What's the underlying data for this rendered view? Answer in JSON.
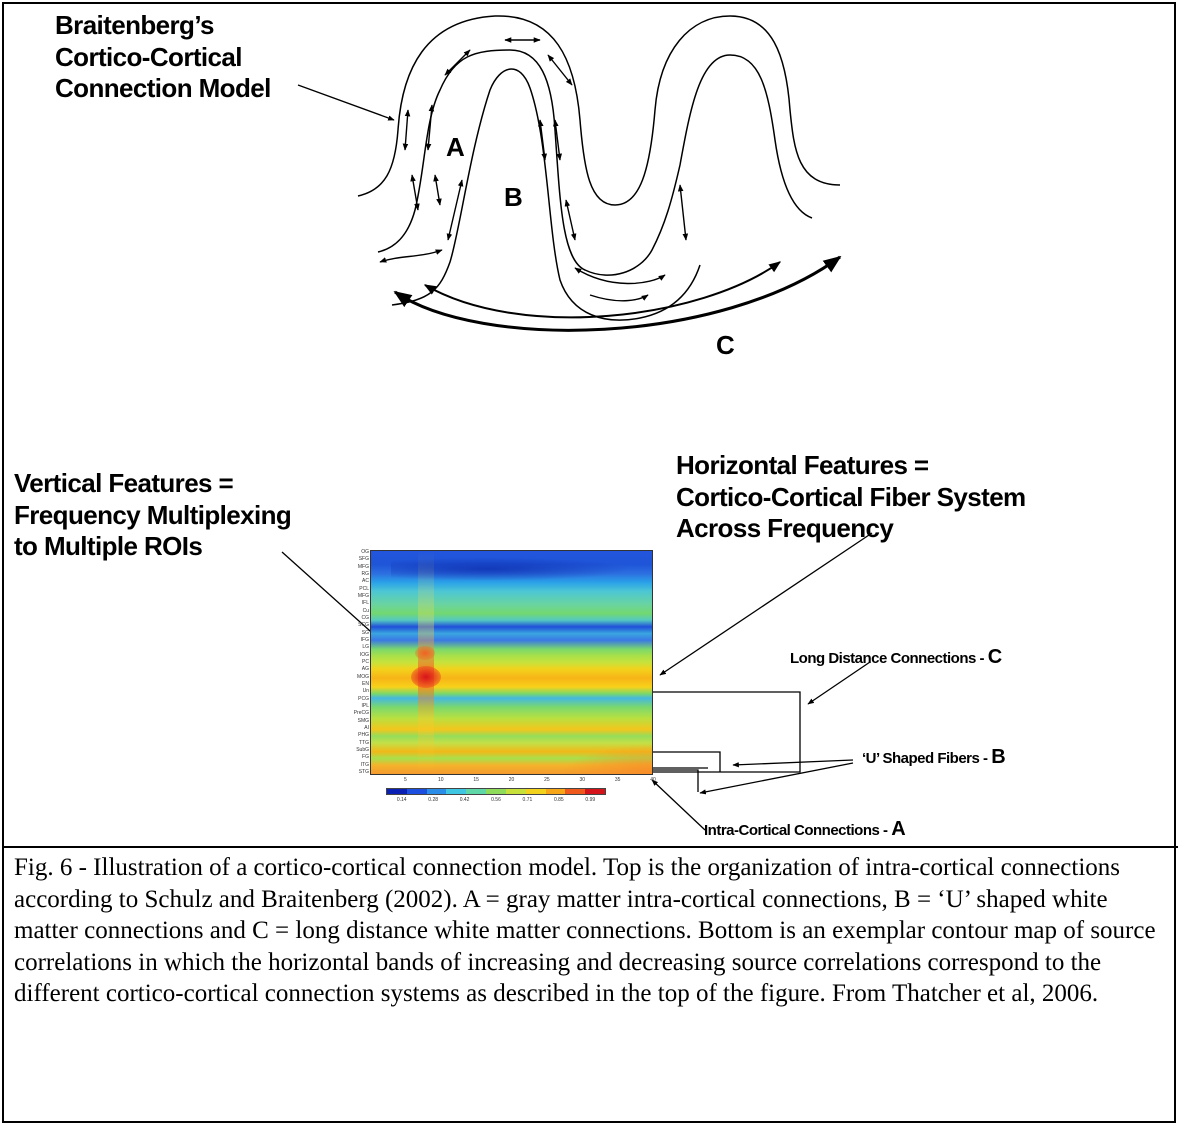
{
  "top_panel": {
    "model_label": [
      "Braitenberg’s",
      "Cortico-Cortical",
      "Connection Model"
    ],
    "marker_a": "A",
    "marker_b": "B",
    "marker_c": "C"
  },
  "bottom_panel": {
    "vertical_label": [
      "Vertical Features =",
      "Frequency Multiplexing",
      "to Multiple ROIs"
    ],
    "horizontal_label": [
      "Horizontal Features =",
      "Cortico-Cortical Fiber System",
      "Across Frequency"
    ],
    "long_distance_label": "Long Distance Connections - ",
    "long_distance_letter": "C",
    "u_fibers_label": "‘U’ Shaped Fibers - ",
    "u_fibers_letter": "B",
    "intra_label": "Intra-Cortical Connections - ",
    "intra_letter": "A",
    "roi_labels": [
      "OG",
      "SFG",
      "MFG",
      "RG",
      "AC",
      "PCL",
      "MFG",
      "IFL",
      "Cu",
      "CG",
      "SCG",
      "SG",
      "IFG",
      "LG",
      "IOG",
      "PC",
      "AG",
      "MOG",
      "EN",
      "Un",
      "PCG",
      "IPL",
      "PreCG",
      "SMG",
      "AI",
      "PHG",
      "TTG",
      "SubG",
      "FG",
      "ITG",
      "STG"
    ],
    "freq_ticks": [
      "5",
      "10",
      "15",
      "20",
      "25",
      "30",
      "35",
      "40"
    ],
    "colorbar_ticks": [
      "0.14",
      "0.28",
      "0.42",
      "0.56",
      "0.71",
      "0.85",
      "0.99"
    ],
    "colorbar_colors": [
      "#0a1fb4",
      "#1c4fe0",
      "#2a8de8",
      "#3fc6e2",
      "#5fd7a6",
      "#8fdc5a",
      "#c8e03a",
      "#f2d21c",
      "#f7a617",
      "#ef5a1c",
      "#d4141a"
    ]
  },
  "caption": "Fig. 6 - Illustration of a cortico-cortical connection model.   Top is the organization of intra-cortical connections according to Schulz and Braitenberg (2002).  A = gray matter intra-cortical connections, B = ‘U’ shaped white matter connections and C = long distance white matter connections.  Bottom is an exemplar contour map of source correlations in which the horizontal bands of increasing and decreasing source correlations correspond to the different cortico-cortical connection systems as described in the top of the figure.  From Thatcher et al, 2006."
}
